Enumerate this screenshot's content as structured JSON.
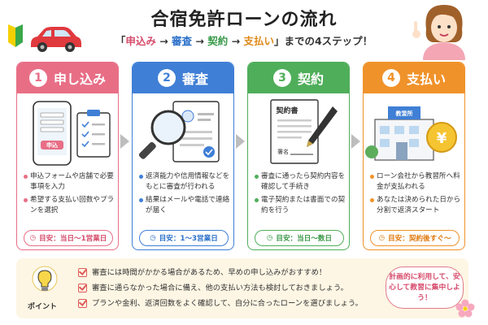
{
  "header": {
    "title": "合宿免許ローンの流れ",
    "subtitle_open": "「",
    "step1": "申込み",
    "step2": "審査",
    "step3": "契約",
    "step4": "支払い",
    "arrow": " → ",
    "subtitle_close": "」までの4ステップ！"
  },
  "steps": [
    {
      "number": "1",
      "title": "申し込み",
      "color": "#e86e86",
      "illustration_text": "申込",
      "bullets": [
        "申込フォームや店舗で必要事項を入力",
        "希望する支払い回数やプランを選択"
      ],
      "estimate": "目安：当日〜1営業日"
    },
    {
      "number": "2",
      "title": "審査",
      "color": "#3f7fd6",
      "bullets": [
        "返済能力や信用情報などをもとに審査が行われる",
        "結果はメールや電話で連絡が届く"
      ],
      "estimate": "目安：1〜3営業日"
    },
    {
      "number": "3",
      "title": "契約",
      "color": "#4fae5a",
      "illustration_title": "契約書",
      "illustration_sign": "署名",
      "bullets": [
        "審査に通ったら契約内容を確認して手続き",
        "電子契約または書面での契約を行う"
      ],
      "estimate": "目安：当日〜数日"
    },
    {
      "number": "4",
      "title": "支払い",
      "color": "#f0922a",
      "illustration_sign": "教習所",
      "illustration_coin": "¥",
      "bullets": [
        "ローン会社から教習所へ料金が支払われる",
        "あなたは決められた日から分割で返済スタート"
      ],
      "estimate": "目安：契約後すぐ〜"
    }
  ],
  "points": {
    "label": "ポイント",
    "tips": [
      "審査には時間がかかる場合があるため、早めの申し込みがおすすめ！",
      "審査に通らなかった場合に備え、他の支払い方法も検討しておきましょう。",
      "プランや金利、返済回数をよく確認して、自分に合ったローンを選びましょう。"
    ],
    "bubble": "計画的に利用して、安心して教習に集中しよう！"
  }
}
